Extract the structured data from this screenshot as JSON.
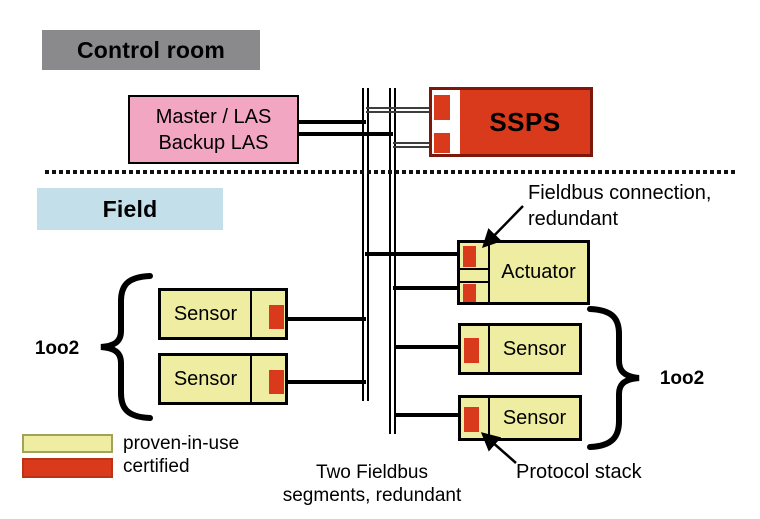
{
  "zones": {
    "control_room_label": "Control room",
    "field_label": "Field"
  },
  "devices": {
    "master": {
      "line1": "Master / LAS",
      "line2": "Backup LAS"
    },
    "ssps_label": "SSPS",
    "actuator_label": "Actuator",
    "sensors_left": [
      {
        "label": "Sensor"
      },
      {
        "label": "Sensor"
      }
    ],
    "sensors_right": [
      {
        "label": "Sensor"
      },
      {
        "label": "Sensor"
      }
    ]
  },
  "annotations": {
    "fieldbus_connection": {
      "line1": "Fieldbus connection,",
      "line2": "redundant"
    },
    "protocol_stack": "Protocol stack",
    "bus_caption": {
      "line1": "Two Fieldbus",
      "line2": "segments, redundant"
    },
    "voting_left": "1oo2",
    "voting_right": "1oo2"
  },
  "legend": {
    "items": [
      {
        "label": "proven-in-use",
        "color": "#EEEDA1"
      },
      {
        "label": "certified",
        "color": "#D93A1C"
      }
    ]
  },
  "colors": {
    "proven_in_use_yellow": "#EEEDA1",
    "certified_red": "#D93A1C",
    "control_room_gray": "#8A8A8C",
    "field_blue": "#C3DFEA",
    "master_pink": "#F2A6C2",
    "ssps_border_maroon": "#7B170B"
  }
}
